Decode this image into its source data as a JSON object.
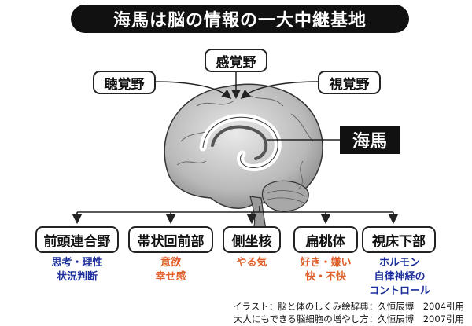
{
  "title": "海馬は脳の情報の一大中継基地",
  "hippocampus_label": "海馬",
  "inputs": {
    "auditory": "聴覚野",
    "sensory": "感覚野",
    "visual": "視覚野"
  },
  "outputs": [
    {
      "label": "前頭連合野",
      "functions": [
        "思考・理性",
        "状況判断"
      ],
      "color": "#1d2f9c"
    },
    {
      "label": "帯状回前部",
      "functions": [
        "意欲",
        "幸せ感"
      ],
      "color": "#e0602a"
    },
    {
      "label": "側坐核",
      "functions": [
        "やる気"
      ],
      "color": "#e0602a"
    },
    {
      "label": "扁桃体",
      "functions": [
        "好き・嫌い",
        "快・不快"
      ],
      "color": "#e0602a"
    },
    {
      "label": "視床下部",
      "functions": [
        "ホルモン",
        "自律神経の",
        "コントロール"
      ],
      "color": "#1d2f9c"
    }
  ],
  "credits": [
    "イラスト：脳と体のしくみ絵辞典：久恒辰博　2004引用",
    "大人にもできる脳細胞の増やし方：久恒辰博　2007引用"
  ]
}
